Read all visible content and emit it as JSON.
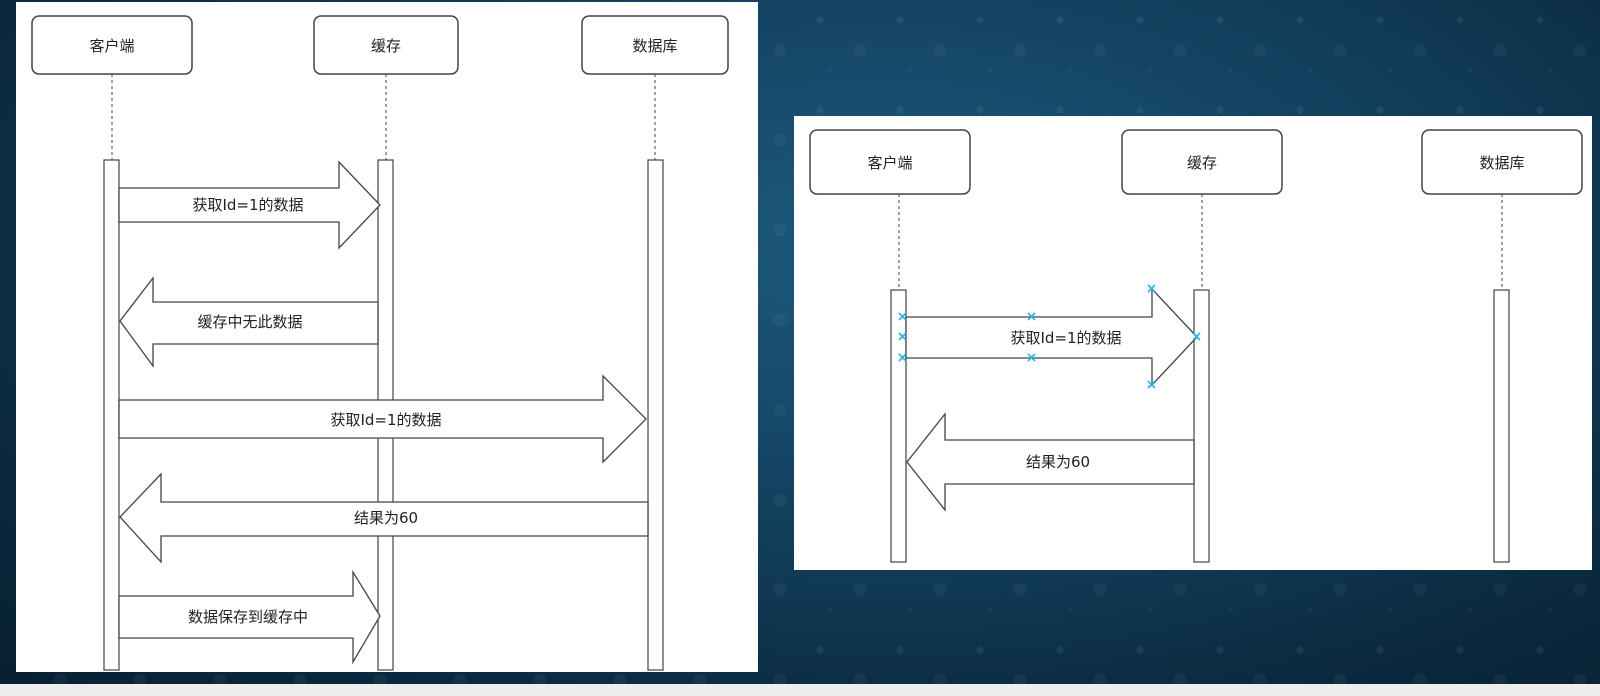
{
  "left_diagram": {
    "participants": {
      "client": "客户端",
      "cache": "缓存",
      "database": "数据库"
    },
    "messages": [
      "获取Id=1的数据",
      "缓存中无此数据",
      "获取Id=1的数据",
      "结果为60",
      "数据保存到缓存中"
    ]
  },
  "right_diagram": {
    "participants": {
      "client": "客户端",
      "cache": "缓存",
      "database": "数据库"
    },
    "messages": [
      "获取Id=1的数据",
      "结果为60"
    ]
  }
}
